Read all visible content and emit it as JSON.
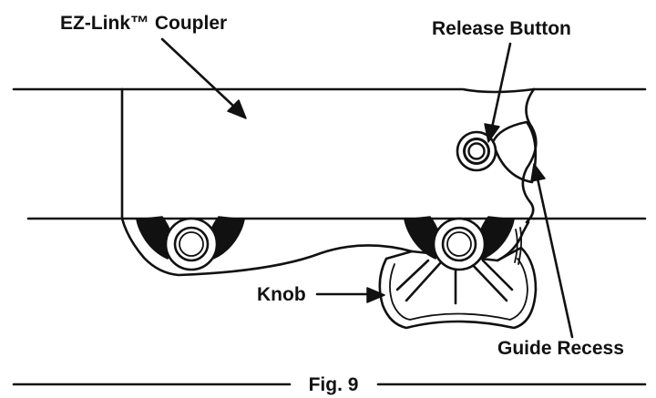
{
  "labels": {
    "coupler": "EZ-Link™ Coupler",
    "release_button": "Release Button",
    "knob": "Knob",
    "guide_recess": "Guide Recess"
  },
  "caption": "Fig. 9",
  "colors": {
    "ink": "#111111",
    "paper": "#ffffff"
  }
}
